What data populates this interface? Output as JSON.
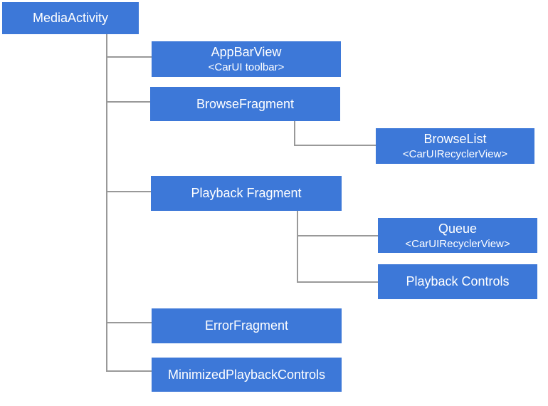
{
  "colors": {
    "node_fill": "#3d78d8",
    "node_text": "#ffffff",
    "connector": "#999999",
    "background": "#ffffff"
  },
  "nodes": [
    {
      "id": "media-activity",
      "label": "MediaActivity",
      "children": [
        "app-bar-view",
        "browse-fragment",
        "playback-fragment",
        "error-fragment",
        "minimized-playback-controls"
      ]
    },
    {
      "id": "app-bar-view",
      "label": "AppBarView",
      "sublabel": "<CarUI toolbar>"
    },
    {
      "id": "browse-fragment",
      "label": "BrowseFragment",
      "children": [
        "browse-list"
      ]
    },
    {
      "id": "browse-list",
      "label": "BrowseList",
      "sublabel": "<CarUIRecyclerView>"
    },
    {
      "id": "playback-fragment",
      "label": "Playback Fragment",
      "children": [
        "queue",
        "playback-controls"
      ]
    },
    {
      "id": "queue",
      "label": "Queue",
      "sublabel": "<CarUIRecyclerView>"
    },
    {
      "id": "playback-controls",
      "label": "Playback Controls"
    },
    {
      "id": "error-fragment",
      "label": "ErrorFragment"
    },
    {
      "id": "minimized-playback-controls",
      "label": "MinimizedPlaybackControls"
    }
  ]
}
